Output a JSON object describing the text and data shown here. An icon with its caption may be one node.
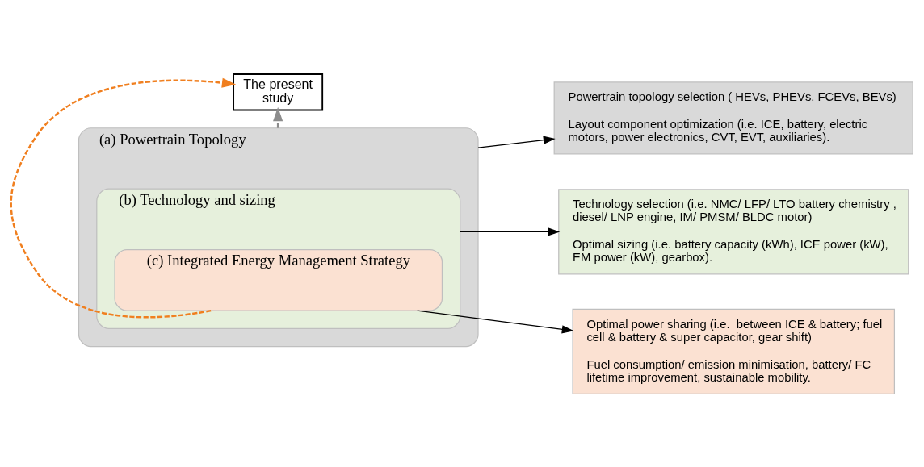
{
  "diagram": {
    "nodes": [
      {
        "text": [
          "(a) Powertrain Topology"
        ]
      },
      {
        "text": [
          "(b) Technology and sizing"
        ],
        "in": 0
      },
      {
        "text": [
          "(c) Integrated Energy Management Strategy"
        ],
        "in": 1
      },
      {
        "text": [
          "Powertrain topology selection ( HEVs, PHEVs, FCEVs, BEVs)",
          "Layout component optimization (i.e. ICE, battery, electric motors, power electronics, CVT, EVT, auxiliaries)."
        ]
      },
      {
        "text": [
          "Technology selection (i.e. NMC/ LFP/ LTO battery chemistry , diesel/ LNP engine, IM/ PMSM/ BLDC motor)",
          "Optimal sizing (i.e. battery capacity (kWh), ICE power (kW), EM power (kW), gearbox)."
        ]
      },
      {
        "text": [
          "Optimal power sharing (i.e.  between ICE & battery; fuel cell & battery & super capacitor, gear shift)",
          "Fuel consumption/ emission minimisation, battery/ FC lifetime improvement, sustainable mobility."
        ]
      },
      {
        "text": [
          "The present study"
        ]
      }
    ],
    "edges": [
      {
        "from": 0,
        "to": 3,
        "arrow": "to"
      },
      {
        "from": 1,
        "to": 4,
        "arrow": "to"
      },
      {
        "from": 2,
        "to": 5,
        "arrow": "to"
      },
      {
        "from": 0,
        "to": 6,
        "arrow": "to",
        "style": "dashed",
        "color": "#8c8c8c"
      },
      {
        "from": 2,
        "to": 6,
        "arrow": "to",
        "style": "dashed",
        "color": "#f07f1f"
      }
    ]
  }
}
